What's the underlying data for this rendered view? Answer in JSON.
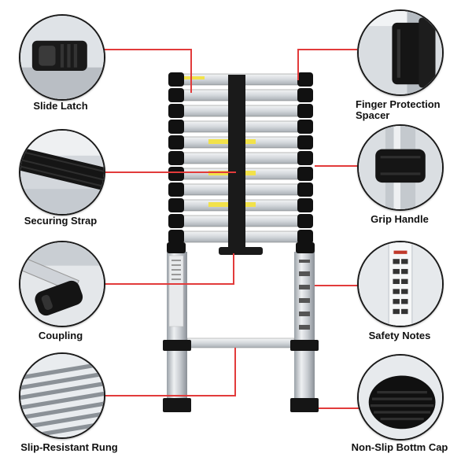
{
  "features": {
    "slide_latch": "Slide Latch",
    "finger_protection_spacer_line1": "Finger Protection",
    "finger_protection_spacer_line2": "Spacer",
    "securing_strap": "Securing Strap",
    "grip_handle": "Grip Handle",
    "coupling": "Coupling",
    "safety_notes": "Safety Notes",
    "slip_resistant_rung": "Slip-Resistant Rung",
    "non_slip_bottom_cap": "Non-Slip Bottm Cap"
  },
  "colors": {
    "callout_line": "#e23b3b",
    "rung_black": "#111111",
    "aluminium": "#cfd3d8",
    "warning_label": "#f2e24a"
  },
  "icons": {
    "slide_latch": "slide-latch-icon",
    "finger_protection_spacer": "finger-spacer-icon",
    "securing_strap": "strap-icon",
    "grip_handle": "grip-handle-icon",
    "coupling": "coupling-icon",
    "safety_notes": "safety-notes-icon",
    "slip_resistant_rung": "rung-grooves-icon",
    "non_slip_bottom_cap": "foot-cap-icon"
  }
}
